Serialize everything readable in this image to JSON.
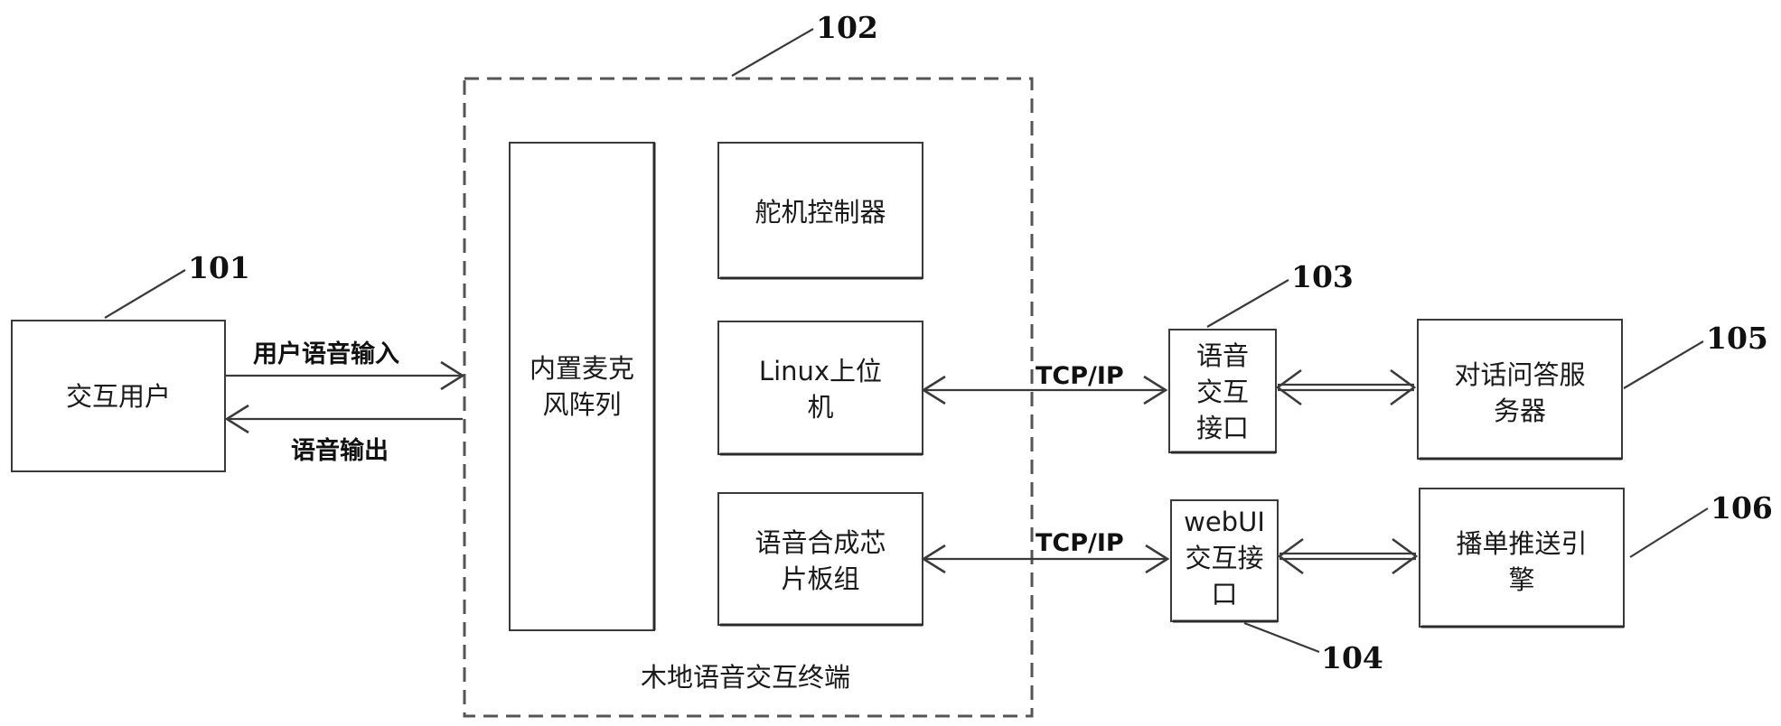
{
  "refs": {
    "r101": "101",
    "r102": "102",
    "r103": "103",
    "r104": "104",
    "r105": "105",
    "r106": "106"
  },
  "boxes": {
    "user": "交互用户",
    "mic": [
      "内置麦克",
      "风阵列"
    ],
    "servo": "舵机控制器",
    "linux": [
      "Linux上位",
      "机"
    ],
    "tts": [
      "语音合成芯",
      "片板组"
    ],
    "voice_if": [
      "语音",
      "交互",
      "接口"
    ],
    "web_if": [
      "webUI",
      "交互接",
      "口"
    ],
    "qa_server": [
      "对话问答服",
      "务器"
    ],
    "push_engine": [
      "播单推送引",
      "擎"
    ]
  },
  "terminal_label": "木地语音交互终端",
  "arrows": {
    "voice_input": "用户语音输入",
    "voice_output": "语音输出",
    "tcp1": "TCP/IP",
    "tcp2": "TCP/IP"
  }
}
